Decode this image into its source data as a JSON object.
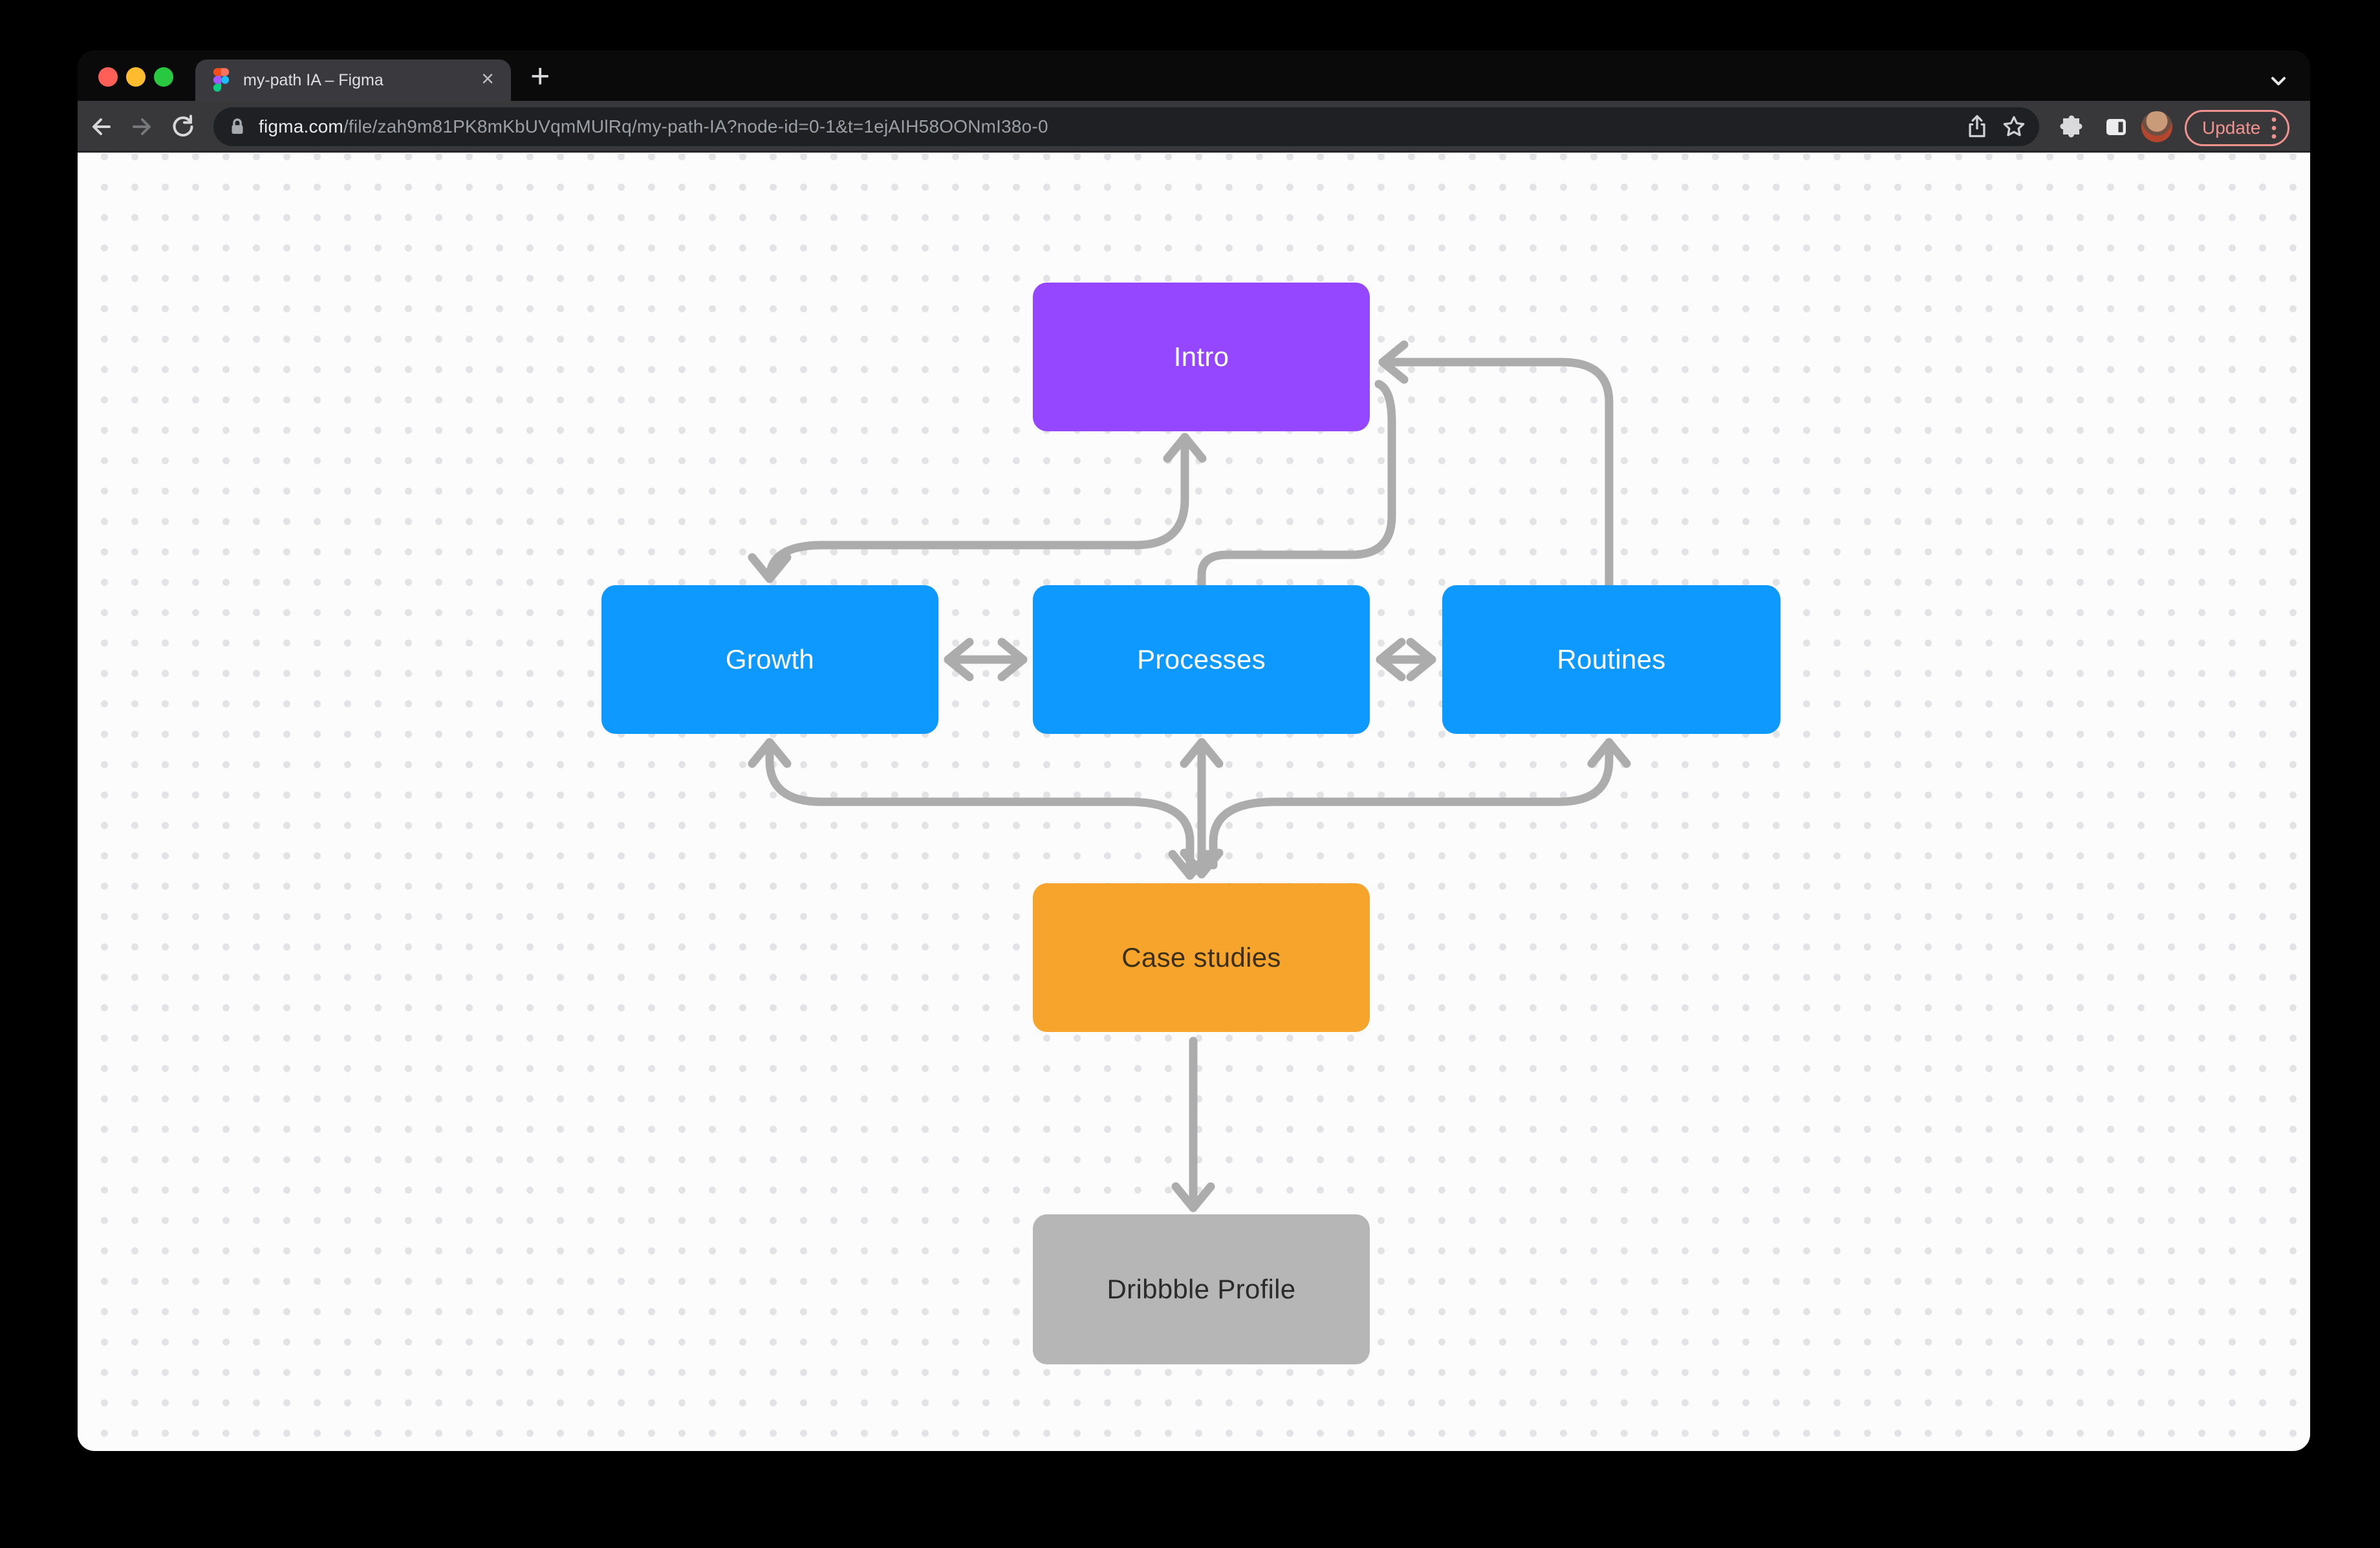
{
  "browser": {
    "tab": {
      "title": "my-path IA – Figma",
      "close_label": "×"
    },
    "new_tab_label": "+",
    "url": {
      "domain": "figma.com",
      "path": "/file/zah9m81PK8mKbUVqmMUlRq/my-path-IA?node-id=0-1&t=1ejAIH58OONmI38o-0"
    },
    "update_button": {
      "label": "Update"
    },
    "icons": [
      "back-arrow",
      "forward-arrow",
      "reload",
      "lock",
      "share",
      "bookmark-star",
      "extensions-puzzle",
      "side-panel",
      "avatar",
      "tab-strip-chevron"
    ]
  },
  "canvas": {
    "nodes": [
      {
        "id": "intro",
        "label": "Intro",
        "fill": "#9447FE",
        "text_color": "#FFFFFF"
      },
      {
        "id": "growth",
        "label": "Growth",
        "fill": "#0D99FF",
        "text_color": "#FFFFFF"
      },
      {
        "id": "processes",
        "label": "Processes",
        "fill": "#0D99FF",
        "text_color": "#FFFFFF"
      },
      {
        "id": "routines",
        "label": "Routines",
        "fill": "#0D99FF",
        "text_color": "#FFFFFF"
      },
      {
        "id": "case_studies",
        "label": "Case studies",
        "fill": "#F7A42D",
        "text_color": "#3B2F16"
      },
      {
        "id": "dribbble_profile",
        "label": "Dribbble Profile",
        "fill": "#B6B6B6",
        "text_color": "#2B2B2B"
      }
    ],
    "connections": [
      {
        "from": "Intro",
        "to": "Growth",
        "arrows": "both"
      },
      {
        "from": "Processes",
        "to": "Intro",
        "arrows": "end"
      },
      {
        "from": "Routines",
        "to": "Intro",
        "arrows": "end"
      },
      {
        "from": "Growth",
        "to": "Processes",
        "arrows": "both"
      },
      {
        "from": "Processes",
        "to": "Routines",
        "arrows": "both"
      },
      {
        "from": "Growth",
        "to": "Case studies",
        "arrows": "both"
      },
      {
        "from": "Processes",
        "to": "Case studies",
        "arrows": "both"
      },
      {
        "from": "Routines",
        "to": "Case studies",
        "arrows": "both"
      },
      {
        "from": "Case studies",
        "to": "Dribbble Profile",
        "arrows": "end"
      }
    ],
    "edge_color": "#ACACAC",
    "background": "#FCFCFC",
    "dot_color": "#E3E3E6"
  },
  "chrome_colors": {
    "frame": "#0A0A0B",
    "toolbar": "#38383B",
    "omnibox": "#1E2024",
    "update_accent": "#F0938F",
    "traffic_red": "#FF5F57",
    "traffic_yellow": "#FEBC2E",
    "traffic_green": "#28C840"
  }
}
